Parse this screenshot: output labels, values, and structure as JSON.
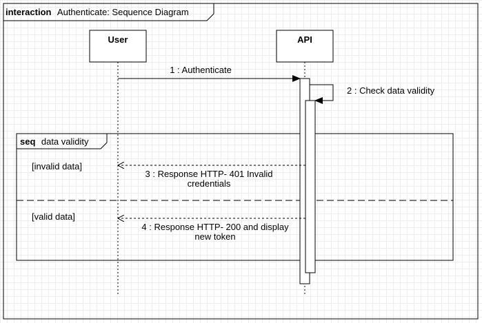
{
  "frame": {
    "keyword": "interaction",
    "title": "Authenticate: Sequence Diagram"
  },
  "lifelines": [
    {
      "label": "User"
    },
    {
      "label": "API"
    }
  ],
  "messages": [
    {
      "text": "1 : Authenticate"
    },
    {
      "text": "2 : Check data validity"
    },
    {
      "text_lines": [
        "3 : Response HTTP- 401 Invalid",
        "credentials"
      ]
    },
    {
      "text_lines": [
        "4 : Response HTTP- 200 and display",
        "new token"
      ]
    }
  ],
  "fragment": {
    "keyword": "seq",
    "name": "data validity",
    "guards": [
      "[invalid data]",
      "[valid data]"
    ]
  }
}
